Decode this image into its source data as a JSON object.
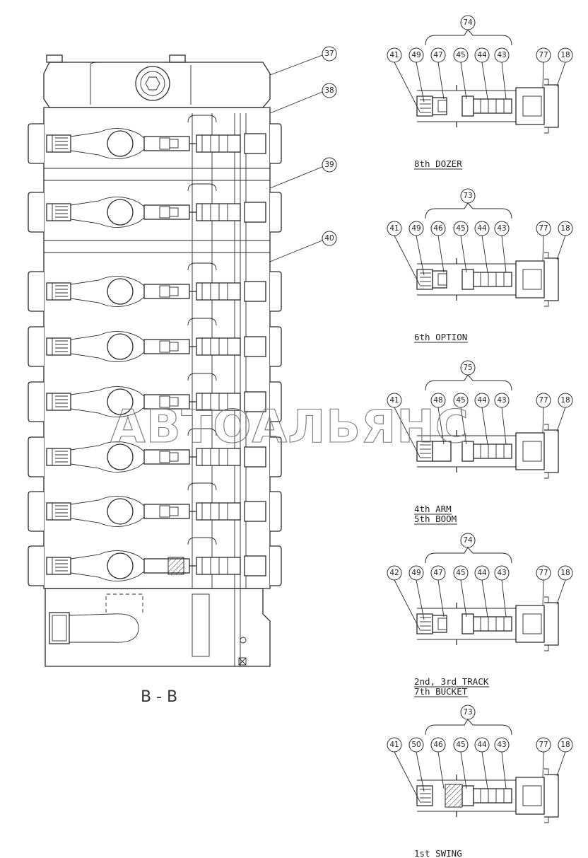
{
  "main_view": {
    "section_label": "B - B",
    "callouts": [
      "37",
      "38",
      "39",
      "40"
    ]
  },
  "details": [
    {
      "group": "74",
      "callouts": [
        "41",
        "49",
        "47",
        "45",
        "44",
        "43",
        "77",
        "18"
      ],
      "caption_lines": [
        "8th DOZER"
      ]
    },
    {
      "group": "73",
      "callouts": [
        "41",
        "49",
        "46",
        "45",
        "44",
        "43",
        "77",
        "18"
      ],
      "caption_lines": [
        "6th OPTION"
      ]
    },
    {
      "group": "75",
      "callouts": [
        "41",
        "48",
        "45",
        "44",
        "43",
        "77",
        "18"
      ],
      "caption_lines": [
        "4th ARM",
        "5th BOOM"
      ]
    },
    {
      "group": "74",
      "callouts": [
        "42",
        "49",
        "47",
        "45",
        "44",
        "43",
        "77",
        "18"
      ],
      "caption_lines": [
        "2nd, 3rd TRACK",
        "7th BUCKET"
      ]
    },
    {
      "group": "73",
      "callouts": [
        "41",
        "50",
        "46",
        "45",
        "44",
        "43",
        "77",
        "18"
      ],
      "caption_lines": [
        "1st SWING"
      ]
    }
  ],
  "watermark": "АВТОАЛЬЯНС"
}
